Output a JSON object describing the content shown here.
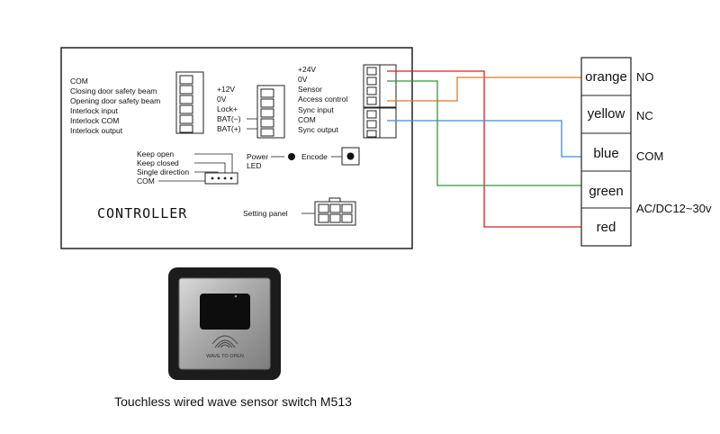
{
  "controller": {
    "title": "CONTROLLER",
    "left_terminals": [
      "COM",
      "Closing door safety beam",
      "Opening door safety beam",
      "Interlock input",
      "Interlock COM",
      "Interlock output"
    ],
    "mid_terminals": [
      "+12V",
      "0V",
      "Lock+",
      "BAT(−)",
      "BAT(+)"
    ],
    "right_terminals": [
      "+24V",
      "0V",
      "Sensor",
      "Access control",
      "Sync input",
      "COM",
      "Sync output"
    ],
    "mode_terminals": [
      "Keep open",
      "Keep closed",
      "Single direction",
      "COM"
    ],
    "power_led": [
      "Power",
      "LED"
    ],
    "encode_label": "Encode",
    "setting_panel_label": "Setting panel"
  },
  "sensor_wires": [
    {
      "label": "orange",
      "side": "NO",
      "color": "#e87722"
    },
    {
      "label": "yellow",
      "side": "NC",
      "color": "#e6c200"
    },
    {
      "label": "blue",
      "side": "COM",
      "color": "#3a8fd6"
    },
    {
      "label": "green",
      "side": "",
      "color": "#2a9a3a"
    },
    {
      "label": "red",
      "side": "",
      "color": "#d62020"
    }
  ],
  "supply_label": "AC/DC12~30v",
  "device": {
    "emblem_text": "WAVE TO OPEN",
    "caption": "Touchless wired wave sensor switch M513"
  }
}
